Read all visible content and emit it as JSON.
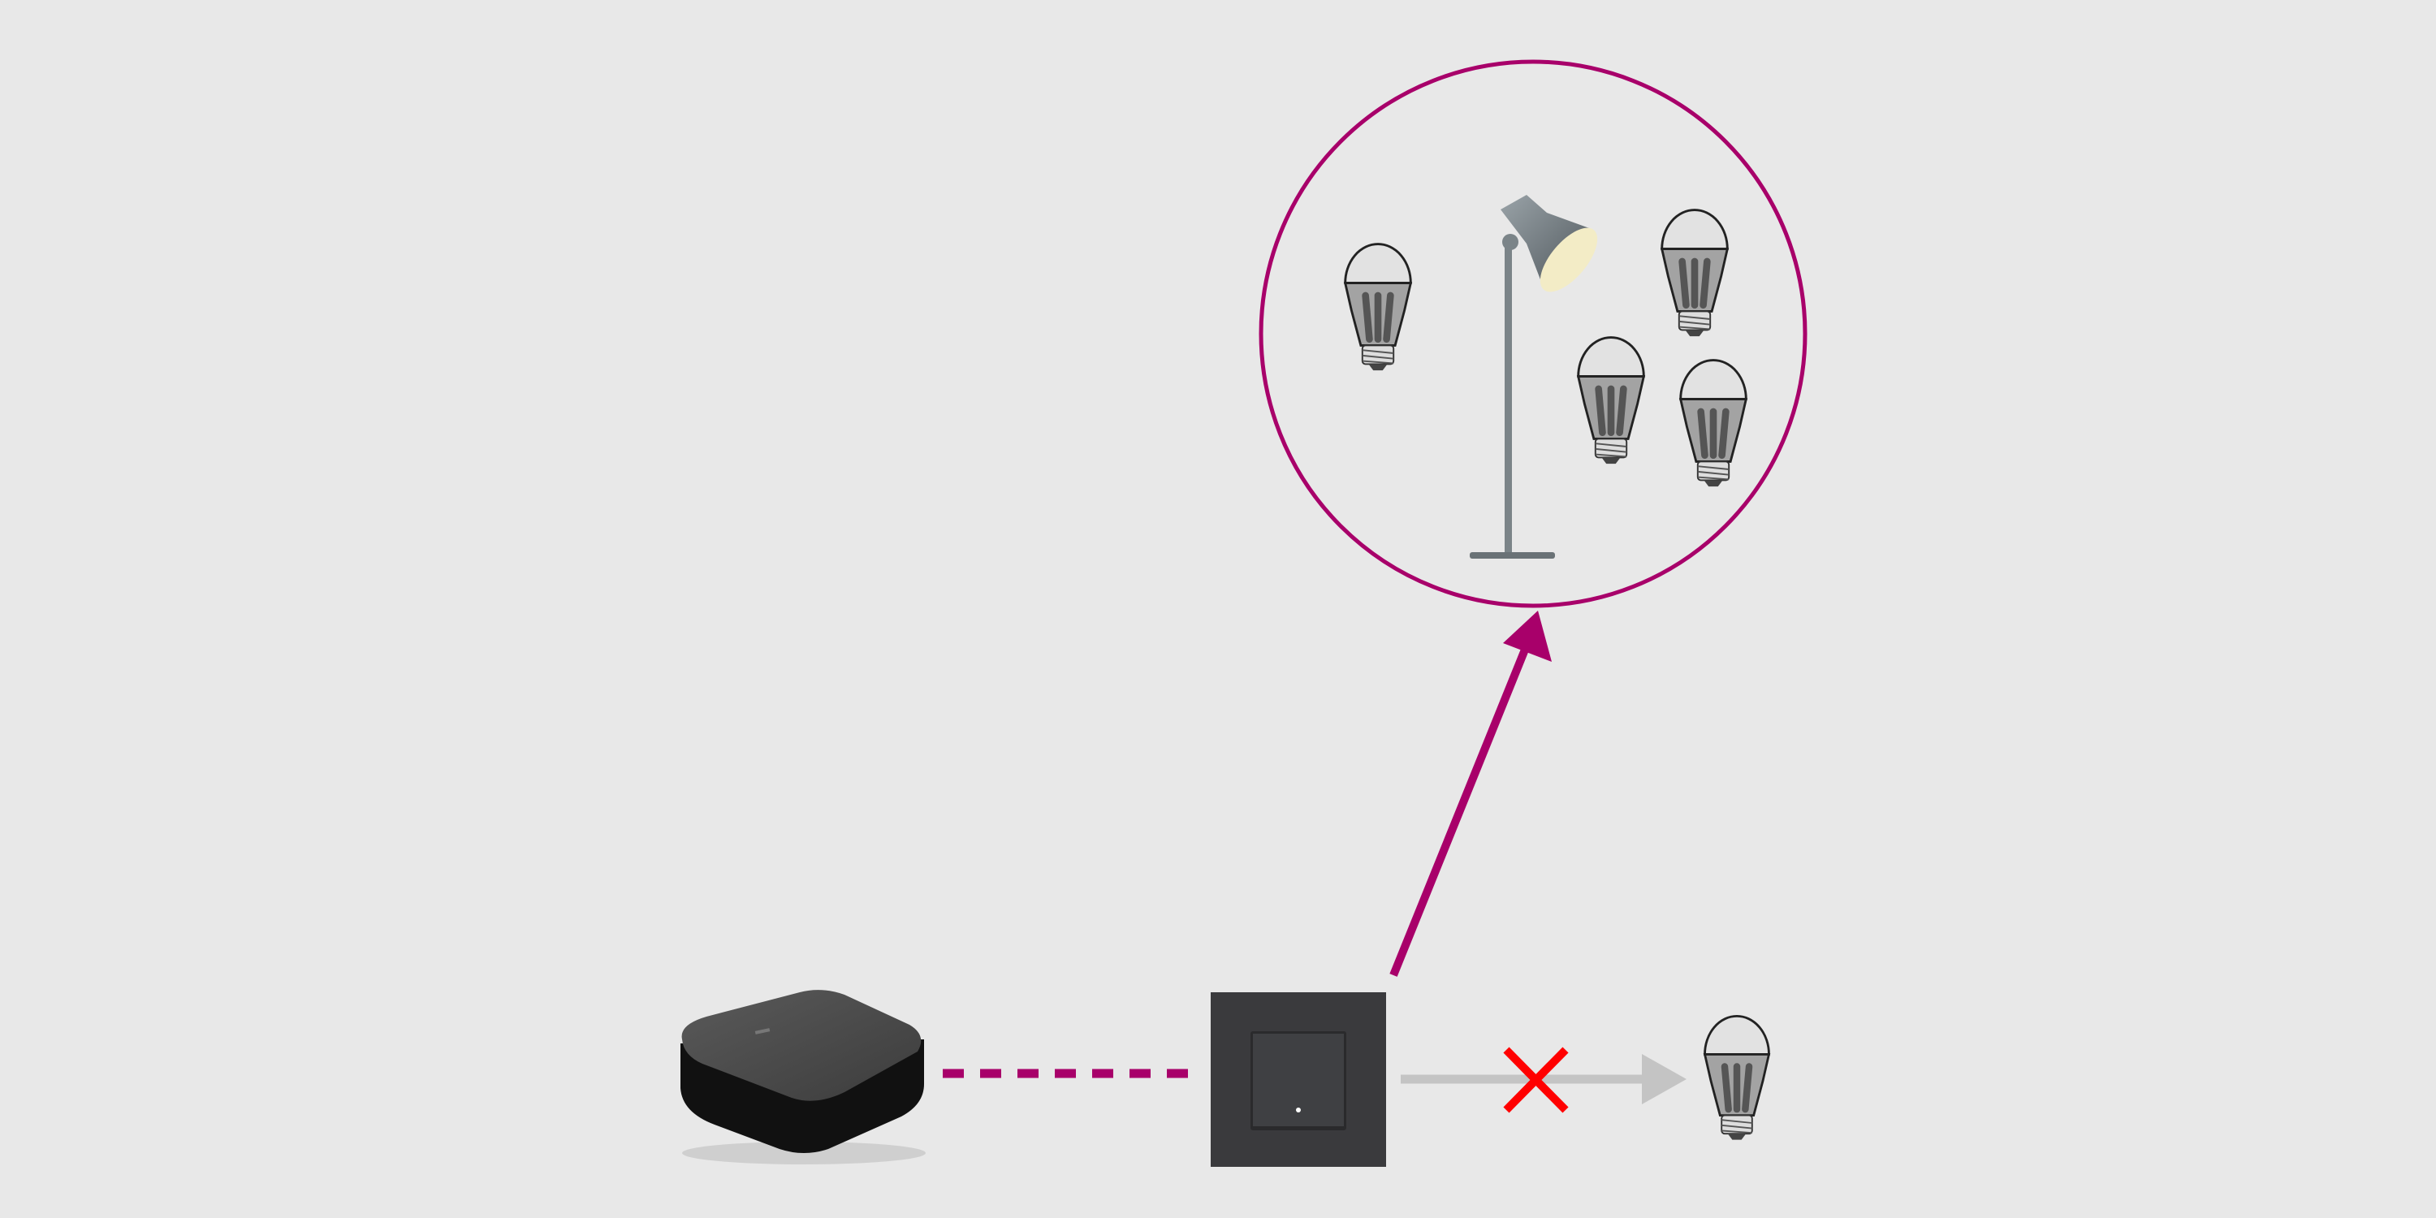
{
  "diagram": {
    "colors": {
      "background": "#e8e8e8",
      "accent": "#a8006a",
      "blocked_arrow": "#c4c4c4",
      "blocked_mark": "#ff0000",
      "device": "#3a3a3d"
    },
    "nodes": [
      {
        "id": "hub",
        "icon": "gateway-hub-icon"
      },
      {
        "id": "switch",
        "icon": "wall-switch-icon"
      },
      {
        "id": "group",
        "icon": "light-group-circle",
        "members": [
          "light-bulb-icon",
          "desk-lamp-icon",
          "light-bulb-icon",
          "light-bulb-icon",
          "light-bulb-icon"
        ]
      },
      {
        "id": "direct-bulb",
        "icon": "light-bulb-icon"
      }
    ],
    "edges": [
      {
        "from": "hub",
        "to": "switch",
        "style": "dashed",
        "color": "#a8006a"
      },
      {
        "from": "switch",
        "to": "group",
        "style": "arrow",
        "color": "#a8006a"
      },
      {
        "from": "switch",
        "to": "direct-bulb",
        "style": "arrow",
        "color": "#c4c4c4",
        "blocked": true,
        "blocked_icon": "cross-icon"
      }
    ]
  }
}
